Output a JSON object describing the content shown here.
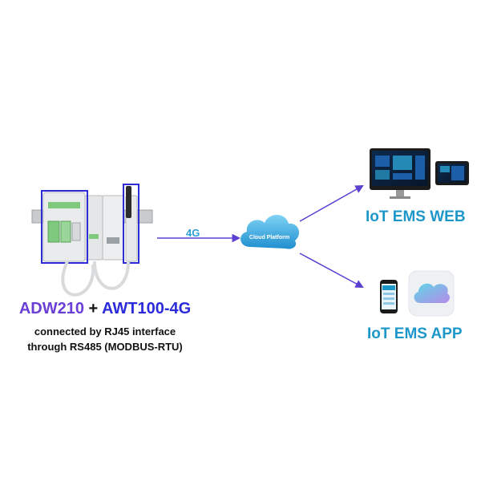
{
  "device": {
    "model1": "ADW210",
    "plus": " + ",
    "model2": "AWT100-4G",
    "caption_line1": "connected by RJ45 interface",
    "caption_line2": "through RS485 (MODBUS-RTU)"
  },
  "link_label": "4G",
  "cloud_label": "Cloud Platform",
  "outputs": {
    "web": "IoT EMS WEB",
    "app": "IoT EMS APP"
  },
  "colors": {
    "arrow": "#5a3fd1",
    "cyan_text": "#1d97c9",
    "highlight_box": "#2b2bd9"
  }
}
